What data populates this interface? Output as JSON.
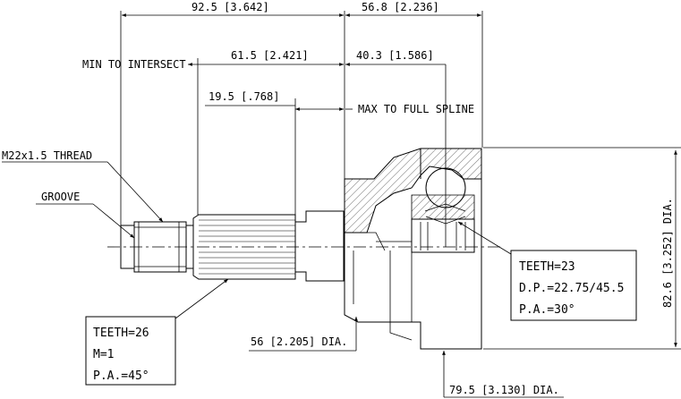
{
  "dimensions": {
    "overall_left": "92.5 [3.642]",
    "overall_right": "56.8 [2.236]",
    "min_intersect_label": "MIN TO INTERSECT",
    "min_intersect_value": "61.5 [2.421]",
    "right_mid": "40.3 [1.586]",
    "spline_value": "19.5 [.768]",
    "spline_label": "MAX TO FULL SPLINE",
    "thread_label": "M22x1.5 THREAD",
    "groove_label": "GROOVE",
    "shaft_dia": "56 [2.205] DIA.",
    "housing_dia": "79.5 [3.130] DIA.",
    "outer_dia": "82.6 [3.252] DIA."
  },
  "spec_left": {
    "teeth": "TEETH=26",
    "module": "M=1",
    "pressure_angle": "P.A.=45°"
  },
  "spec_right": {
    "teeth": "TEETH=23",
    "pitch_dia": "D.P.=22.75/45.5",
    "pressure_angle": "P.A.=30°"
  }
}
